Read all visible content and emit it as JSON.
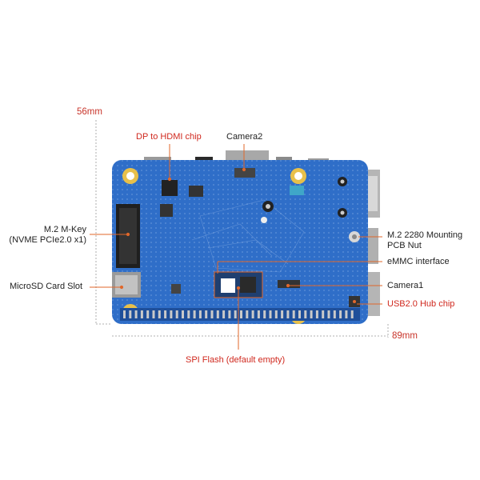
{
  "dimensions": {
    "height": "56mm",
    "width": "89mm"
  },
  "labels": {
    "dp_hdmi": "DP to HDMI chip",
    "camera2": "Camera2",
    "m2_line1": "M.2 M-Key",
    "m2_line2": "(NVME PCIe2.0 x1)",
    "microsd": "MicroSD Card Slot",
    "mount_line1": "M.2 2280 Mounting",
    "mount_line2": "PCB Nut",
    "emmc": "eMMC interface",
    "camera1": "Camera1",
    "usb_hub": "USB2.0 Hub chip",
    "spi": "SPI Flash (default empty)"
  },
  "colors": {
    "pcb": "#2f6ec8",
    "accent_line": "#e0672a",
    "dimension_text": "#c8342a",
    "highlight_text": "#d0281e"
  }
}
